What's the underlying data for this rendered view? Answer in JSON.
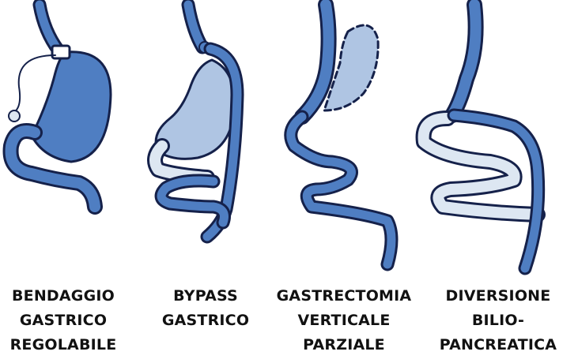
{
  "palette": {
    "blue": "#4F7EC2",
    "blue_dark": "#15214A",
    "light_blue": "#AFC5E3",
    "pale": "#DDE7F2",
    "background": "#FFFFFF",
    "text": "#111111"
  },
  "procedures": [
    {
      "id": "banding",
      "lines": [
        "BENDAGGIO",
        "GASTRICO",
        "REGOLABILE"
      ]
    },
    {
      "id": "bypass",
      "lines": [
        "BYPASS",
        "GASTRICO"
      ]
    },
    {
      "id": "sleeve",
      "lines": [
        "GASTRECTOMIA",
        "VERTICALE",
        "PARZIALE"
      ]
    },
    {
      "id": "diversion",
      "lines": [
        "DIVERSIONE",
        "BILIO-",
        "PANCREATICA"
      ]
    }
  ]
}
